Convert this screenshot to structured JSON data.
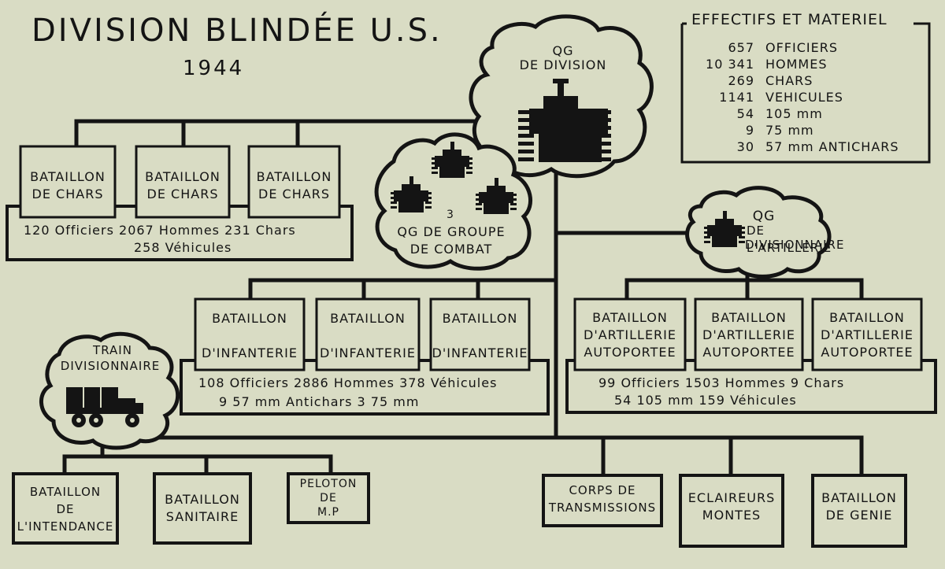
{
  "title": "DIVISION  BLINDÉE  U.S.",
  "year": "1944",
  "legend": {
    "title": "EFFECTIFS ET MATERIEL",
    "rows": [
      {
        "num": "657",
        "label": "OFFICIERS"
      },
      {
        "num": "10 341",
        "label": "HOMMES"
      },
      {
        "num": "269",
        "label": "CHARS"
      },
      {
        "num": "1141",
        "label": "VEHICULES"
      },
      {
        "num": "54",
        "label": "105 mm"
      },
      {
        "num": "9",
        "label": "75 mm"
      },
      {
        "num": "30",
        "label": "57 mm ANTICHARS"
      }
    ]
  },
  "hq": {
    "line1": "QG",
    "line2": "DE DIVISION"
  },
  "combat_groups": {
    "count": "3",
    "line1": "QG  DE GROUPE",
    "line2": "DE  COMBAT"
  },
  "artillery_hq": {
    "line1": "QG",
    "line2": "DE L'ARTILLERIE",
    "line3": "DIVISIONNAIRE"
  },
  "train": {
    "line1": "TRAIN",
    "line2": "DIVISIONNAIRE"
  },
  "tanks": {
    "unit": "BATAILLON\nDE CHARS",
    "summary1": "120 Officiers      2067 Hommes     231 Chars",
    "summary2": "258 Véhicules"
  },
  "infantry": {
    "unit": "BATAILLON\n\nD'INFANTERIE",
    "summary1": "108 Officiers    2886 Hommes     378 Véhicules",
    "summary2": "9  57 mm Antichars    3  75 mm"
  },
  "artillery": {
    "unit": "BATAILLON\nD'ARTILLERIE\nAUTOPORTEE",
    "summary1": "99 Officiers       1503 Hommes      9 Chars",
    "summary2": "54  105 mm              159 Véhicules"
  },
  "support_left": [
    {
      "id": "intendance",
      "label": "BATAILLON\nDE\nL'INTENDANCE"
    },
    {
      "id": "sanitaire",
      "label": "BATAILLON\nSANITAIRE"
    },
    {
      "id": "mp",
      "label": "PELOTON\nDE\nM.P"
    }
  ],
  "support_right": [
    {
      "id": "transmissions",
      "label": "CORPS  DE\nTRANSMISSIONS"
    },
    {
      "id": "eclaireurs",
      "label": "ECLAIREURS\nMONTES"
    },
    {
      "id": "genie",
      "label": "BATAILLON\nDE  GENIE"
    }
  ],
  "colors": {
    "paper": "#d9dcc4",
    "ink": "#141414"
  }
}
